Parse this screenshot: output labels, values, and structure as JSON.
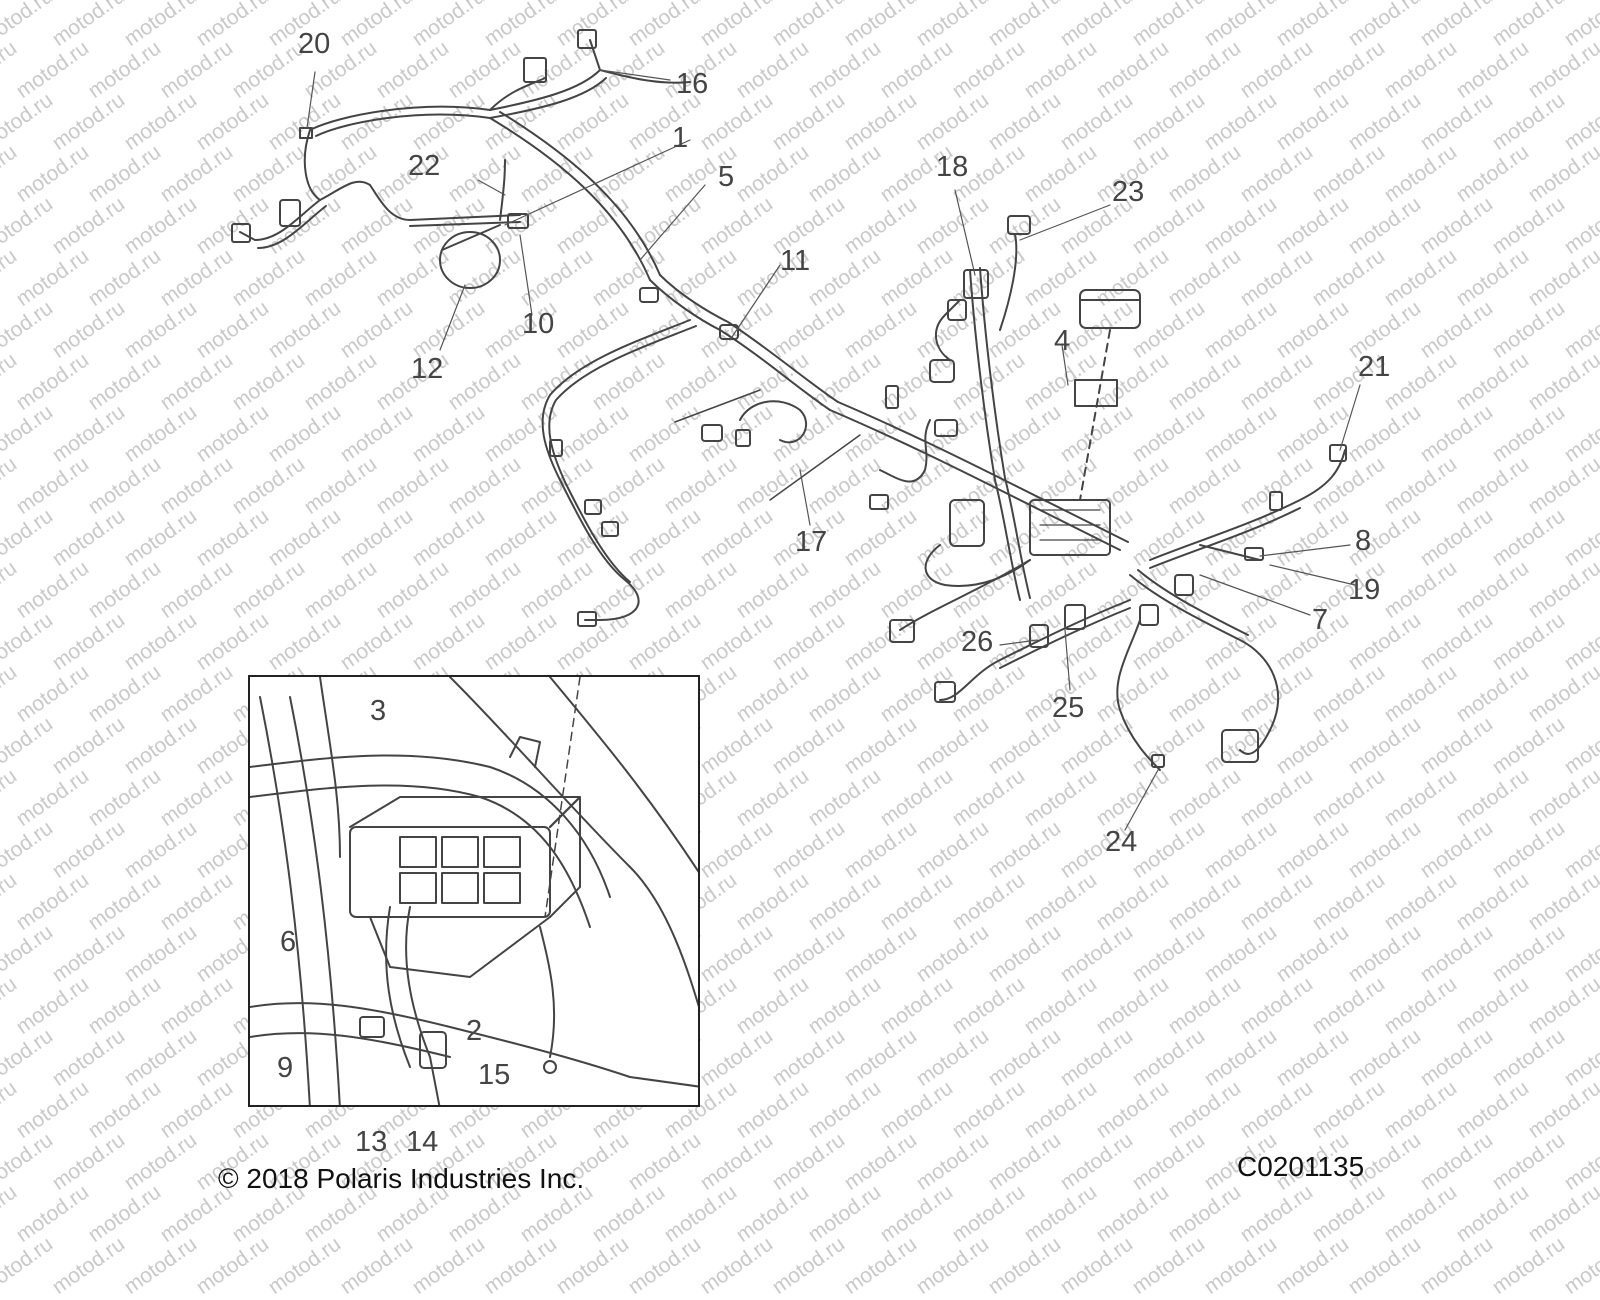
{
  "watermark": "motod.ru",
  "colors": {
    "line": "#444444",
    "watermark": "#c9c9c9",
    "label": "#444444"
  },
  "callouts": [
    {
      "id": "c1",
      "text": "1"
    },
    {
      "id": "c2",
      "text": "2"
    },
    {
      "id": "c3",
      "text": "3"
    },
    {
      "id": "c4",
      "text": "4"
    },
    {
      "id": "c5",
      "text": "5"
    },
    {
      "id": "c6",
      "text": "6"
    },
    {
      "id": "c7",
      "text": "7"
    },
    {
      "id": "c8",
      "text": "8"
    },
    {
      "id": "c9",
      "text": "9"
    },
    {
      "id": "c10",
      "text": "10"
    },
    {
      "id": "c11",
      "text": "11"
    },
    {
      "id": "c12",
      "text": "12"
    },
    {
      "id": "c13",
      "text": "13"
    },
    {
      "id": "c14",
      "text": "14"
    },
    {
      "id": "c15",
      "text": "15"
    },
    {
      "id": "c16",
      "text": "16"
    },
    {
      "id": "c17",
      "text": "17"
    },
    {
      "id": "c18",
      "text": "18"
    },
    {
      "id": "c19",
      "text": "19"
    },
    {
      "id": "c20",
      "text": "20"
    },
    {
      "id": "c21",
      "text": "21"
    },
    {
      "id": "c22",
      "text": "22"
    },
    {
      "id": "c23",
      "text": "23"
    },
    {
      "id": "c24",
      "text": "24"
    },
    {
      "id": "c25",
      "text": "25"
    },
    {
      "id": "c26",
      "text": "26"
    }
  ],
  "footer": {
    "copyright": "© 2018 Polaris Industries Inc.",
    "drawing_number": "C0201135"
  }
}
